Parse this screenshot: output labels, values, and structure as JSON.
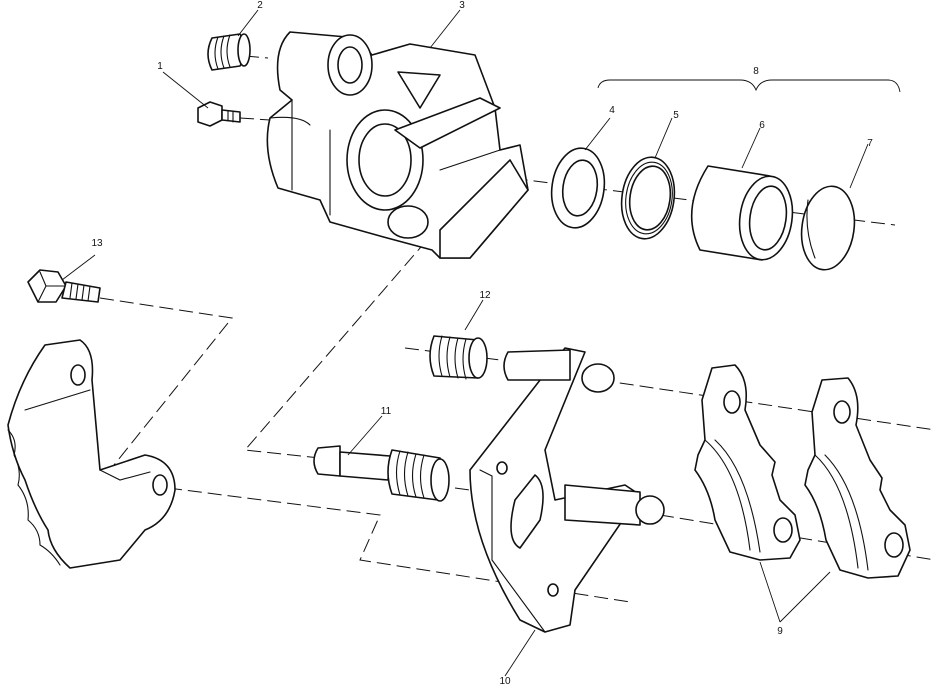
{
  "diagram": {
    "callouts": {
      "c1": "1",
      "c2": "2",
      "c3": "3",
      "c4": "4",
      "c5": "5",
      "c6": "6",
      "c7": "7",
      "c8": "8",
      "c9": "9",
      "c10": "10",
      "c11": "11",
      "c12": "12",
      "c13": "13"
    },
    "parts": [
      "bleeder-screw",
      "plug",
      "caliper-housing",
      "seal-ring",
      "dust-seal",
      "piston",
      "piston-cap",
      "piston-kit",
      "brake-pads",
      "caliper-bracket",
      "slide-pin",
      "slide-pin-boot",
      "mounting-bolt"
    ]
  }
}
